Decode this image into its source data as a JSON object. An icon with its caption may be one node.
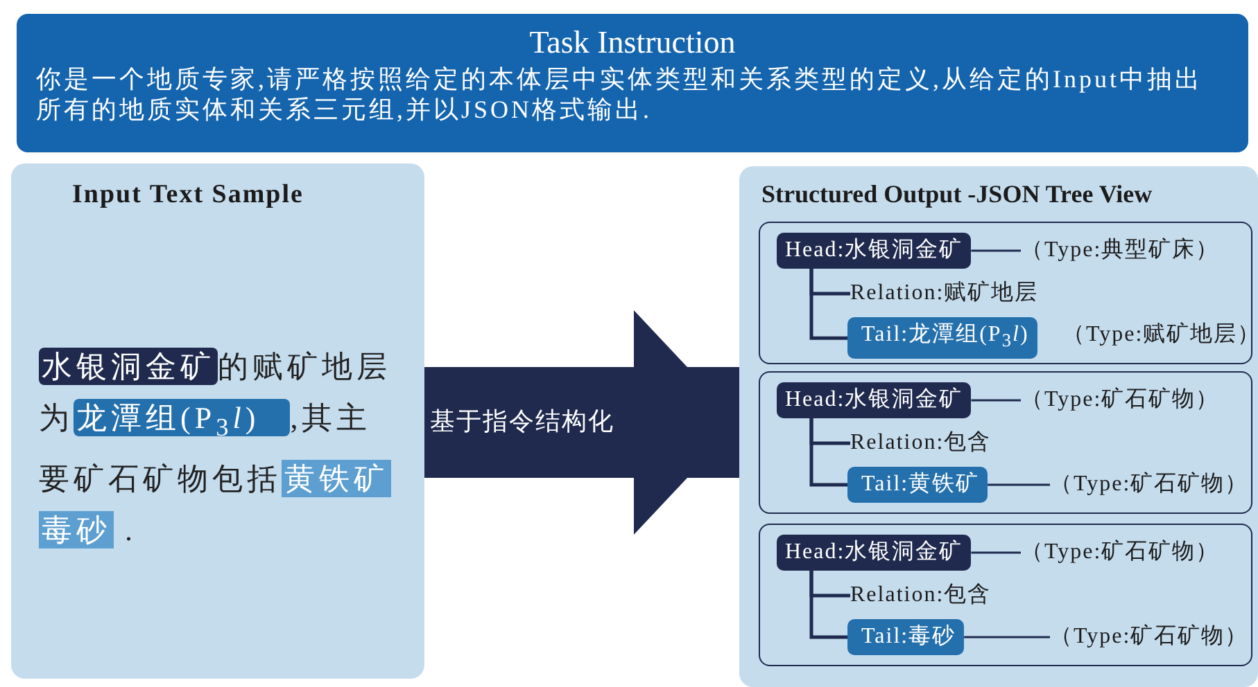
{
  "diagram": {
    "nodes": [
      {
        "text": [
          "Task Instruction",
          "你是一个地质专家,请严格按照给定的本体层中实体类型和关系类型的定义,从给定的Input中抽出所有的地质实体和关系三元组,并以JSON格式输出."
        ]
      },
      {
        "text": [
          "Input Text Sample",
          "水银洞金矿",
          "的赋矿地层为",
          "龙潭组(P$_{3}$*l*)",
          ",其主要矿石矿物包括",
          "黄铁矿",
          "毒砂",
          "."
        ]
      },
      {
        "text": [
          "Structured Output -JSON Tree View"
        ]
      },
      {
        "text": [],
        "shape": "box",
        "in": 2
      },
      {
        "text": [
          "Head:水银洞金矿"
        ],
        "in": 3
      },
      {
        "text": [
          "（Type:典型矿床）"
        ],
        "in": 3
      },
      {
        "text": [
          "Relation:赋矿地层"
        ],
        "in": 3
      },
      {
        "text": [
          "Tail:龙潭组(P$_{3}$*l*)"
        ],
        "in": 3,
        "beside": [
          "（Type:赋矿地层）"
        ]
      },
      {
        "text": [],
        "shape": "box",
        "in": 2
      },
      {
        "text": [
          "Head:水银洞金矿"
        ],
        "in": 8
      },
      {
        "text": [
          "（Type:矿石矿物）"
        ],
        "in": 8
      },
      {
        "text": [
          "Relation:包含"
        ],
        "in": 8
      },
      {
        "text": [
          "Tail:黄铁矿"
        ],
        "in": 8
      },
      {
        "text": [
          "（Type:矿石矿物）"
        ],
        "in": 8
      },
      {
        "text": [],
        "shape": "box",
        "in": 2
      },
      {
        "text": [
          "Head:水银洞金矿"
        ],
        "in": 14
      },
      {
        "text": [
          "（Type:矿石矿物）"
        ],
        "in": 14
      },
      {
        "text": [
          "Relation:包含"
        ],
        "in": 14
      },
      {
        "text": [
          "Tail:毒砂"
        ],
        "in": 14
      },
      {
        "text": [
          "（Type:矿石矿物）"
        ],
        "in": 14
      }
    ],
    "edges": [
      {
        "from": 1,
        "to": 2,
        "arrow": "to",
        "label": "基于指令结构化",
        "style": "thick"
      },
      {
        "from": 4,
        "to": 5,
        "arrow": "none"
      },
      {
        "from": 4,
        "to": 6,
        "arrow": "none"
      },
      {
        "from": 4,
        "to": 7,
        "arrow": "none"
      },
      {
        "from": 9,
        "to": 10,
        "arrow": "none"
      },
      {
        "from": 9,
        "to": 11,
        "arrow": "none"
      },
      {
        "from": 9,
        "to": 12,
        "arrow": "none"
      },
      {
        "from": 12,
        "to": 13,
        "arrow": "none"
      },
      {
        "from": 15,
        "to": 16,
        "arrow": "none"
      },
      {
        "from": 15,
        "to": 17,
        "arrow": "none"
      },
      {
        "from": 15,
        "to": 18,
        "arrow": "none"
      },
      {
        "from": 18,
        "to": 19,
        "arrow": "none"
      }
    ]
  }
}
